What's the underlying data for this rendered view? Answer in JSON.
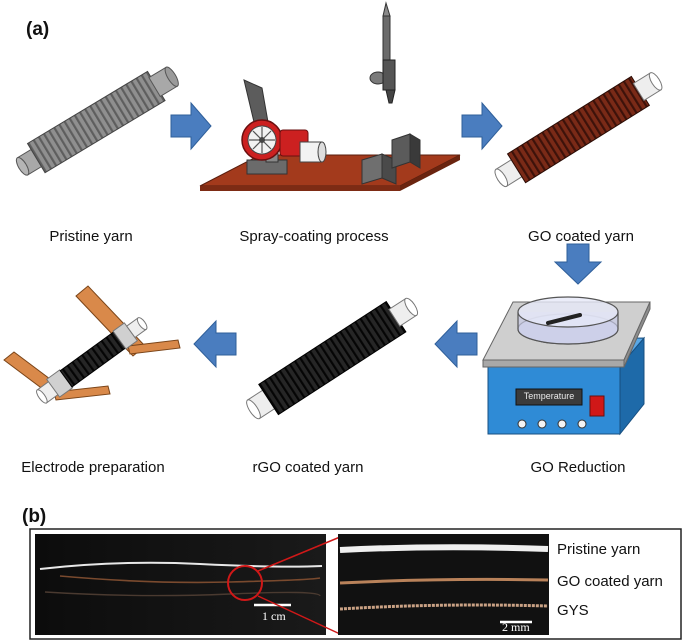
{
  "panel_a": {
    "label": "(a)",
    "steps": [
      {
        "id": "pristine",
        "caption": "Pristine yarn"
      },
      {
        "id": "spray",
        "caption": "Spray-coating process"
      },
      {
        "id": "go",
        "caption": "GO coated yarn"
      },
      {
        "id": "reduction",
        "caption": "GO Reduction"
      },
      {
        "id": "rgo",
        "caption": "rGO coated yarn"
      },
      {
        "id": "electrode",
        "caption": "Electrode preparation"
      }
    ],
    "hotplate_display": "Temperature"
  },
  "panel_b": {
    "label": "(b)",
    "legend": [
      "Pristine yarn",
      "GO coated yarn",
      "GYS"
    ],
    "scale_left": "1 cm",
    "scale_right": "2 mm"
  },
  "colors": {
    "arrow": "#4a7dbf",
    "pristine": "#8c8c8c",
    "go": "#6b2415",
    "rgo": "#111111",
    "table": "#a33a1c",
    "hotplate": "#2f8bd6",
    "copper": "#d9894a"
  }
}
